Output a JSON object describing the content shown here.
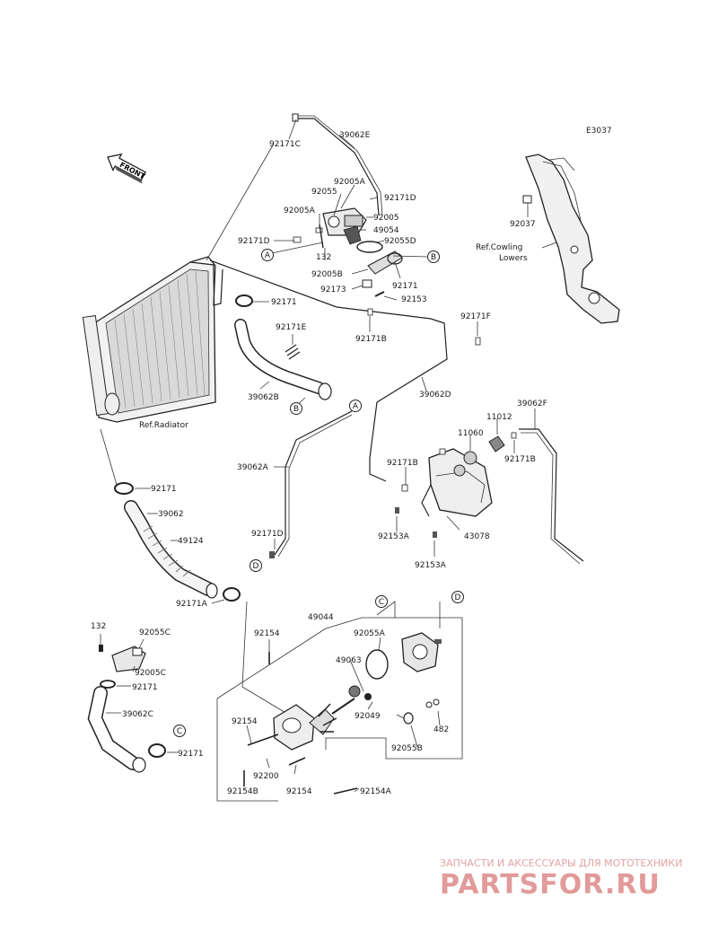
{
  "diagram_code": "E3037",
  "front_label": "FRONT",
  "refs": {
    "radiator": "Ref.Radiator",
    "cowling_line1": "Ref.Cowling",
    "cowling_line2": "Lowers"
  },
  "circle_markers": [
    "A",
    "B",
    "C",
    "D"
  ],
  "parts": {
    "p92171C": "92171C",
    "p39062E": "39062E",
    "p92005A_top": "92005A",
    "p92055": "92055",
    "p92171D_top": "92171D",
    "p92005A_left": "92005A",
    "p92005": "92005",
    "p49054": "49054",
    "p92171D_left": "92171D",
    "p92055D": "92055D",
    "p132_top": "132",
    "p92005B": "92005B",
    "p92171_mid": "92171",
    "p92173": "92173",
    "p92153": "92153",
    "p92171_rad": "92171",
    "p92171E": "92171E",
    "p92171F": "92171F",
    "p92171B_mid": "92171B",
    "p39062B": "39062B",
    "p39062D": "39062D",
    "p39062F": "39062F",
    "p11012": "11012",
    "p11060": "11060",
    "p92171B_right": "92171B",
    "p92171B_tank": "92171B",
    "p39062A": "39062A",
    "p92153A_1": "92153A",
    "p43078": "43078",
    "p92171D_low": "92171D",
    "p92153A_2": "92153A",
    "p92171_hose": "92171",
    "p39062": "39062",
    "p49124": "49124",
    "p92171A": "92171A",
    "p49044": "49044",
    "p132_low": "132",
    "p92055C": "92055C",
    "p92154_top": "92154",
    "p92055A": "92055A",
    "p92005C": "92005C",
    "p49063": "49063",
    "p92171_low1": "92171",
    "p92049": "92049",
    "p482": "482",
    "p39062C": "39062C",
    "p92154_mid": "92154",
    "p92055B": "92055B",
    "p92171_low2": "92171",
    "p92200": "92200",
    "p92154B": "92154B",
    "p92154_bot": "92154",
    "p92154A": "92154A",
    "p92037": "92037"
  },
  "watermark": {
    "tagline": "ЗАПЧАСТИ И АКСЕССУАРЫ ДЛЯ МОТОТЕХНИКИ",
    "brand": "PARTSFOR.RU",
    "color": "#e29a9a"
  }
}
